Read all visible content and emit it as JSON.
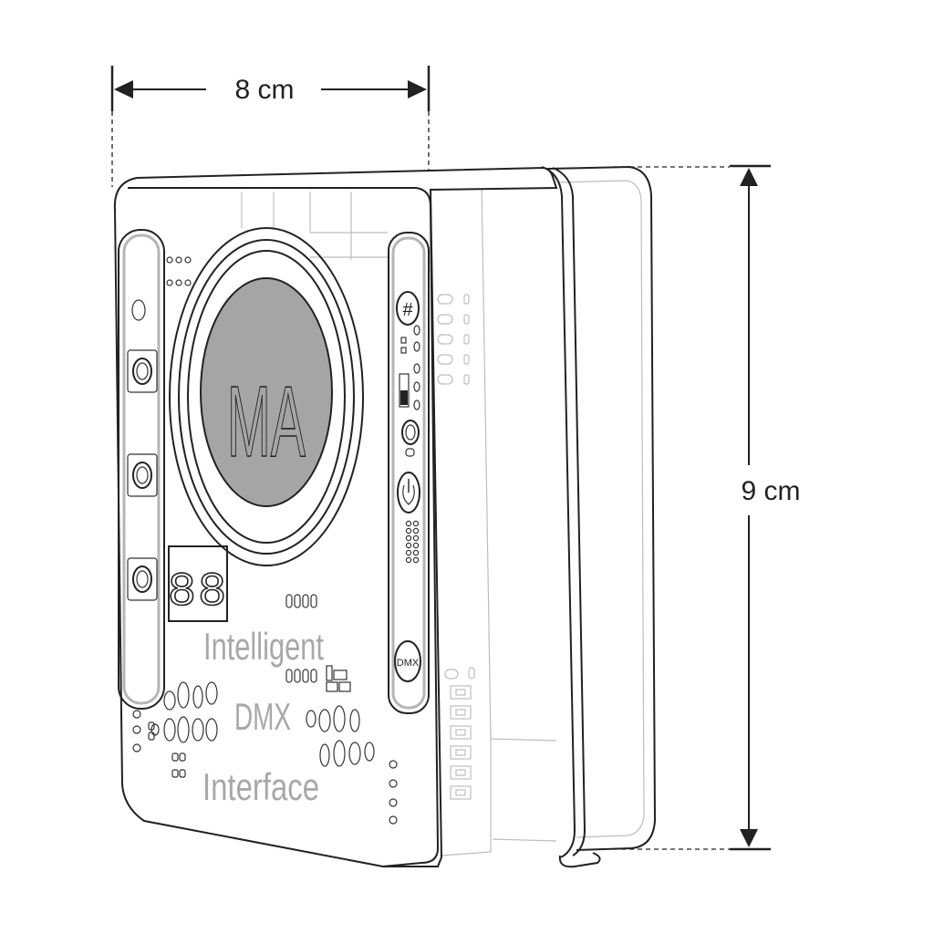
{
  "dimensions": {
    "width_label": "8 cm",
    "height_label": "9 cm"
  },
  "device": {
    "logo": "MA",
    "print_lines": [
      "Intelligent",
      "DMX",
      "Interface"
    ],
    "display_digits": "88",
    "buttons": {
      "hash_label": "#",
      "dmx_label": "DMX"
    },
    "colors": {
      "outline": "#222222",
      "logo_fill": "#a5a5a5",
      "print_text": "#a8a8a8"
    }
  }
}
